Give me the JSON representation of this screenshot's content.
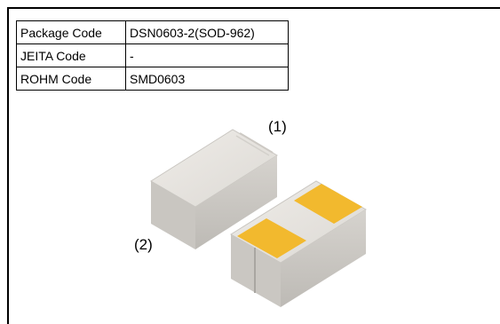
{
  "table": {
    "rows": [
      {
        "key": "Package Code",
        "value": "DSN0603-2(SOD-962)"
      },
      {
        "key": "JEITA Code",
        "value": "-"
      },
      {
        "key": "ROHM Code",
        "value": "SMD0603"
      }
    ]
  },
  "labels": {
    "pin1": "(1)",
    "pin2": "(2)"
  },
  "colors": {
    "body_light": "#e6e3df",
    "body_mid": "#cfccc7",
    "body_dark": "#b9b6b1",
    "pad": "#f2b92e"
  }
}
